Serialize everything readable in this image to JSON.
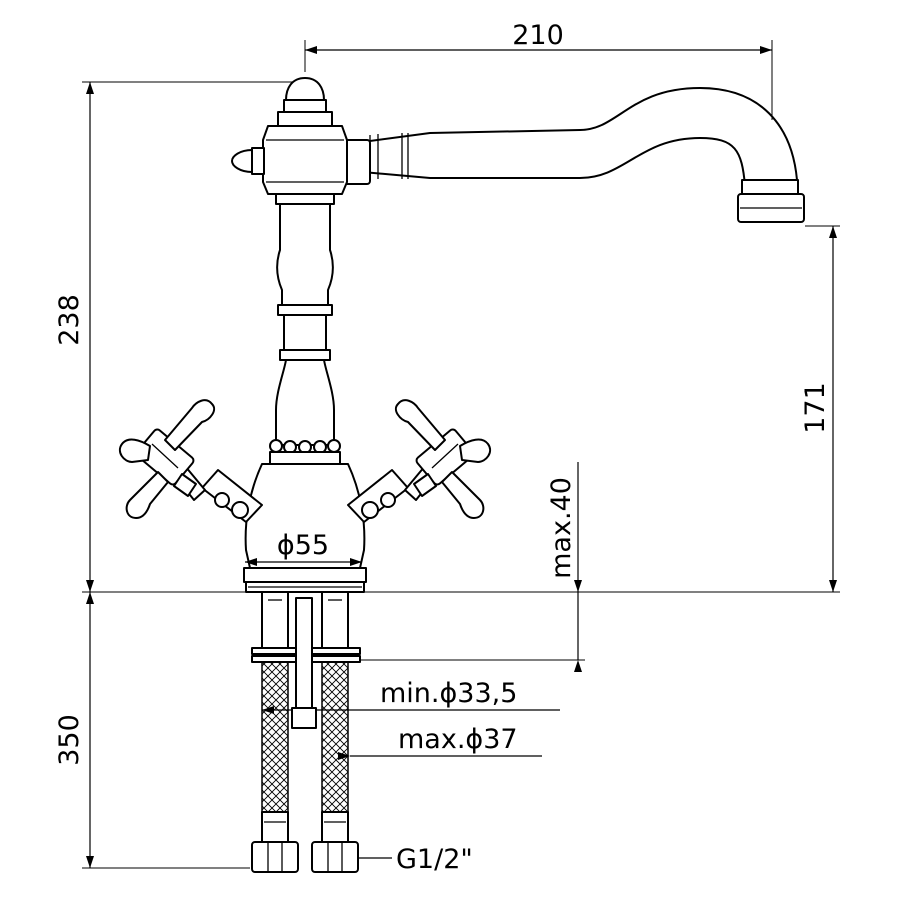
{
  "drawing": {
    "dimensions": {
      "spout_reach": "210",
      "total_height": "238",
      "spout_height": "171",
      "base_diameter": "ϕ55",
      "max_deck_thickness": "max.40",
      "hole_min": "min.ϕ33,5",
      "hole_max": "max.ϕ37",
      "hose_length": "350",
      "connection": "G1/2\""
    }
  }
}
